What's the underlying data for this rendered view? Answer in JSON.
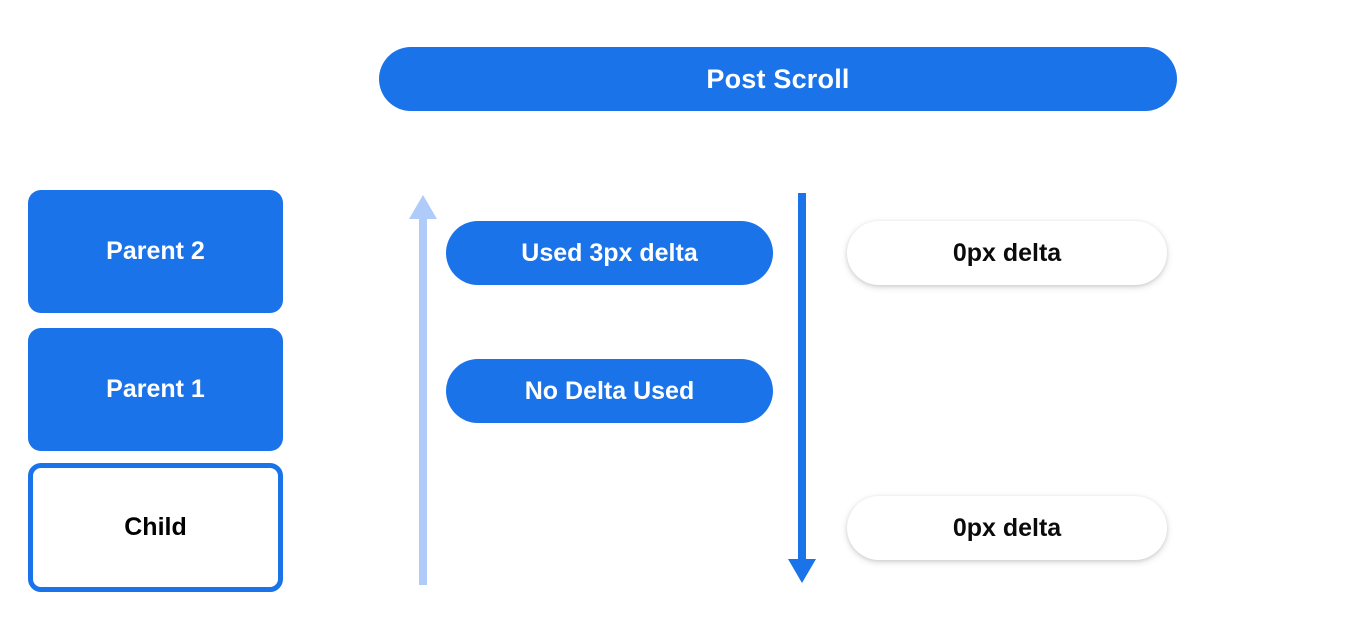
{
  "banner": {
    "label": "Post Scroll"
  },
  "nodes": [
    {
      "label": "Parent 2",
      "style": "filled"
    },
    {
      "label": "Parent 1",
      "style": "filled"
    },
    {
      "label": "Child",
      "style": "outlined"
    }
  ],
  "center_pills": [
    {
      "label": "Used 3px delta"
    },
    {
      "label": "No Delta Used"
    }
  ],
  "right_pills": [
    {
      "label": "0px delta"
    },
    {
      "label": "0px delta"
    }
  ],
  "arrows": [
    {
      "name": "scroll-up-arrow",
      "direction": "up",
      "color": "#aecbfa"
    },
    {
      "name": "scroll-down-arrow",
      "direction": "down",
      "color": "#1a73e8"
    }
  ],
  "colors": {
    "accent_blue": "#1a73e8",
    "light_blue": "#aecbfa",
    "white": "#ffffff",
    "text_dark": "#0b0b0b"
  }
}
